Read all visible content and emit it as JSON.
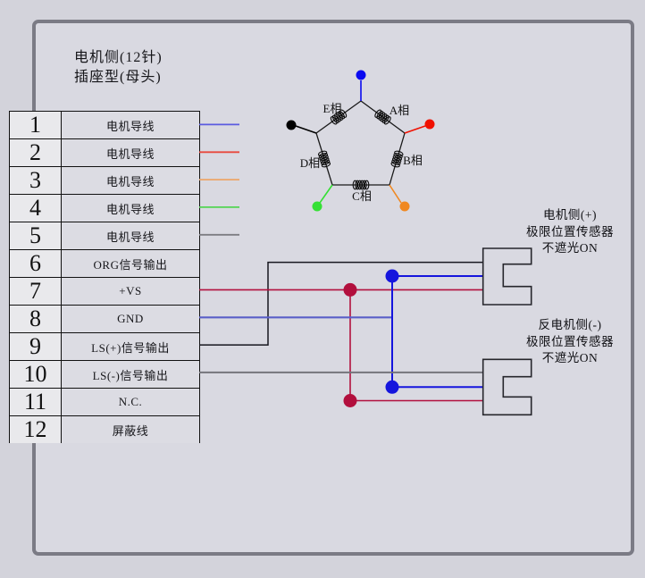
{
  "title": {
    "line1": "电机侧(12针)",
    "line2": "插座型(母头)"
  },
  "pin_table": {
    "rows": [
      {
        "pin": "1",
        "label": "电机导线"
      },
      {
        "pin": "2",
        "label": "电机导线"
      },
      {
        "pin": "3",
        "label": "电机导线"
      },
      {
        "pin": "4",
        "label": "电机导线"
      },
      {
        "pin": "5",
        "label": "电机导线"
      },
      {
        "pin": "6",
        "label": "ORG信号输出"
      },
      {
        "pin": "7",
        "label": "+VS"
      },
      {
        "pin": "8",
        "label": "GND"
      },
      {
        "pin": "9",
        "label": "LS(+)信号输出"
      },
      {
        "pin": "10",
        "label": "LS(-)信号输出"
      },
      {
        "pin": "11",
        "label": "N.C."
      },
      {
        "pin": "12",
        "label": "屏蔽线"
      }
    ]
  },
  "wire_colors": {
    "pin1_blue": "#5b5be0",
    "pin2_red": "#e8483c",
    "pin3_orange": "#eda669",
    "pin4_green": "#53d553",
    "pin5_gray": "#7d7d82",
    "vs_crimson": "#b20f3d",
    "gnd_blue": "#5a5fc8",
    "ls_plus_black": "#17171f",
    "ls_minus_gray": "#74747b",
    "junction_blue": "#1515dd"
  },
  "motor_diagram": {
    "phases": [
      {
        "label": "E相"
      },
      {
        "label": "A相"
      },
      {
        "label": "D相"
      },
      {
        "label": "B相"
      },
      {
        "label": "C相"
      }
    ],
    "lead_colors": {
      "top_blue": "#0a0af0",
      "left_black": "#000000",
      "right_red": "#f01000",
      "bottom_left_green": "#35e035",
      "bottom_right_orange": "#f08820"
    }
  },
  "sensors": {
    "upper": {
      "line1": "电机侧(+)",
      "line2": "极限位置传感器",
      "line3": "不遮光ON"
    },
    "lower": {
      "line1": "反电机侧(-)",
      "line2": "极限位置传感器",
      "line3": "不遮光ON"
    }
  }
}
